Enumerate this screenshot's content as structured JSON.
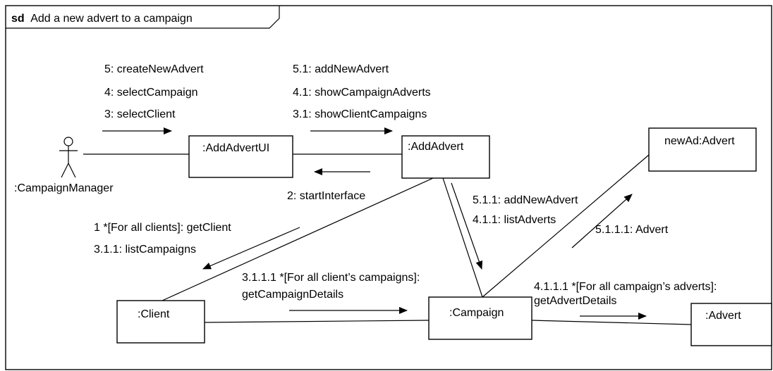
{
  "frame": {
    "keyword": "sd",
    "title": "Add a new advert to a campaign"
  },
  "actor": {
    "name": ":CampaignManager"
  },
  "objects": {
    "add_advert_ui": ":AddAdvertUI",
    "add_advert": ":AddAdvert",
    "new_ad": "newAd:Advert",
    "client": ":Client",
    "campaign": ":Campaign",
    "advert": ":Advert"
  },
  "messages": {
    "ui_msg_5": "5: createNewAdvert",
    "ui_msg_4": "4: selectCampaign",
    "ui_msg_3": "3: selectClient",
    "ctrl_msg_51": "5.1: addNewAdvert",
    "ctrl_msg_41": "4.1: showCampaignAdverts",
    "ctrl_msg_31": "3.1: showClientCampaigns",
    "return_msg_2": "2: startInterface",
    "client_msg_1": "1 *[For all clients]: getClient",
    "client_msg_311": "3.1.1: listCampaigns",
    "campaign_msg_511": "5.1.1: addNewAdvert",
    "campaign_msg_411": "4.1.1: listAdverts",
    "create_msg_5111": "5.1.1.1: Advert",
    "client_campaign_msg_line1": "3.1.1.1 *[For all client’s campaigns]:",
    "client_campaign_msg_line2": "getCampaignDetails",
    "campaign_advert_msg_line1": "4.1.1.1 *[For all campaign’s adverts]:",
    "campaign_advert_msg_line2": "getAdvertDetails"
  }
}
